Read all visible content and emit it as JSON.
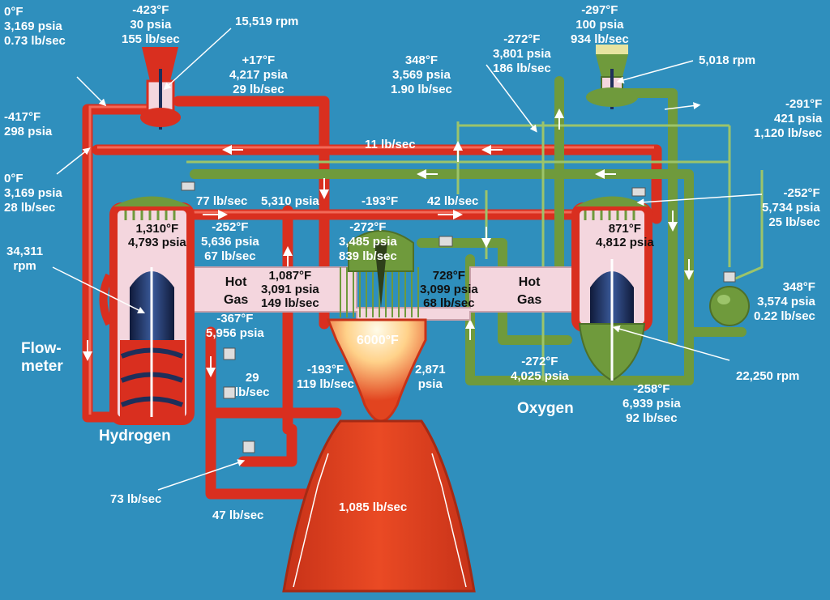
{
  "colors": {
    "background": "#2f8fbd",
    "hydrogen_line": "#d92f1f",
    "oxygen_line": "#6f9a3c",
    "hot_gas_duct": "#f4d6de",
    "turbopump_casing": "#1e2f5a",
    "nozzle": "#e2441f",
    "chamber_flame": "#fff2c8"
  },
  "icons": [
    "turbopump-icon",
    "valve-icon",
    "heat-exchanger-icon",
    "flow-arrow-icon",
    "injector-icon"
  ],
  "labels": {
    "lh_inlet": "0°F\n3,169 psia\n0.73 lb/sec",
    "lh_pump_inlet": "-423°F\n30 psia\n155 lb/sec",
    "lh_boost_speed": "15,519 rpm",
    "lh_boost_out": "+17°F\n4,217 psia\n29 lb/sec",
    "lh_417": "-417°F\n298 psia",
    "lh_0f_28": "0°F\n3,169 psia\n28 lb/sec",
    "lh_main_speed": "34,311\nrpm",
    "flowmeter": "Flow-\nmeter",
    "hydrogen": "Hydrogen",
    "lox_inlet": "-297°F\n100 psia\n934 lb/sec",
    "lox_boost_speed": "5,018 rpm",
    "lox_272": "-272°F\n3,801 psia\n186 lb/sec",
    "lox_348": "348°F\n3,569 psia\n1.90 lb/sec",
    "lox_291": "-291°F\n421 psia\n1,120 lb/sec",
    "lox_252": "-252°F\n5,734 psia\n25 lb/sec",
    "he_348": "348°F\n3,574 psia\n0.22 lb/sec",
    "lox_main_speed": "22,250 rpm",
    "lox_258": "-258°F\n6,939 psia\n92 lb/sec",
    "lox_272b": "-272°F\n4,025 psia",
    "oxygen": "Oxygen",
    "flow_11": "11 lb/sec",
    "flow_77": "77 lb/sec",
    "psia_5310": "5,310 psia",
    "t_193_top": "-193°F",
    "flow_42": "42 lb/sec",
    "fpb_fuel": "1,310°F\n4,793 psia",
    "fpb_fuel_in": "-252°F\n5,636 psia\n67 lb/sec",
    "mcc_in": "-272°F\n3,485 psia\n839 lb/sec",
    "fpb_ox": "871°F\n4,812 psia",
    "hot_left": "Hot\nGas",
    "hg_left": "1,087°F\n3,091 psia\n149 lb/sec",
    "hg_right": "728°F\n3,099 psia\n68 lb/sec",
    "hot_right": "Hot\nGas",
    "lh_367": "-367°F\n5,956 psia",
    "flow_29": "29\nlb/sec",
    "lh_193": "-193°F\n119 lb/sec",
    "chamber_temp": "6000°F",
    "chamber_press": "2,871\npsia",
    "flow_73": "73 lb/sec",
    "flow_47": "47 lb/sec",
    "nozzle_flow": "1,085 lb/sec"
  }
}
